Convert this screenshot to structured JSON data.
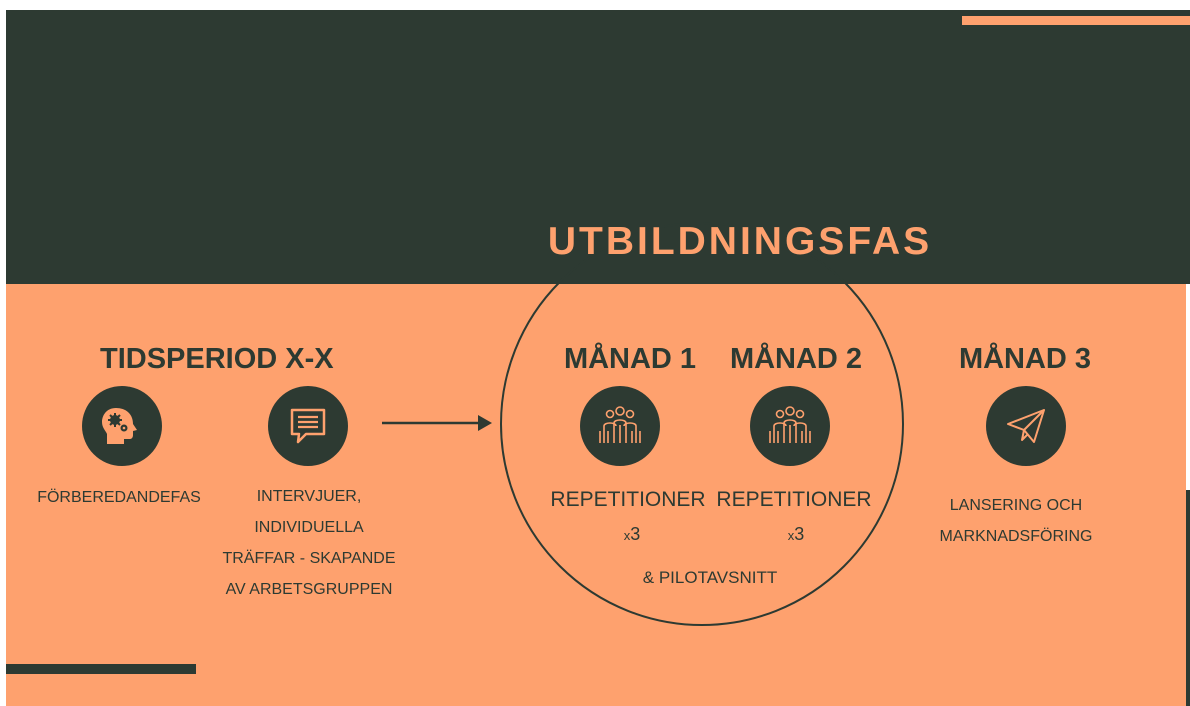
{
  "title": "UTBILDNINGSFAS",
  "prep": {
    "heading": "TIDSPERIOD X-X",
    "icon1": "brain-gears-icon",
    "icon2": "speech-bubble-icon",
    "label1": "FÖRBEREDANDEFAS",
    "label2_lines": [
      "INTERVJUER,",
      "INDIVIDUELLA",
      "TRÄFFAR - SKAPANDE",
      "AV ARBETSGRUPPEN"
    ]
  },
  "month1": {
    "heading": "MÅNAD 1",
    "icon": "team-icon",
    "label": "REPETITIONER",
    "times_prefix": "x",
    "times_value": "3"
  },
  "month2": {
    "heading": "MÅNAD 2",
    "icon": "team-icon",
    "label": "REPETITIONER",
    "times_prefix": "x",
    "times_value": "3"
  },
  "pilot": "& PILOTAVSNITT",
  "month3": {
    "heading": "MÅNAD 3",
    "icon": "paper-plane-icon",
    "label_lines": [
      "LANSERING OCH",
      "MARKNADSFÖRING"
    ]
  },
  "colors": {
    "dark": "#2d3a32",
    "accent": "#fea16e"
  }
}
